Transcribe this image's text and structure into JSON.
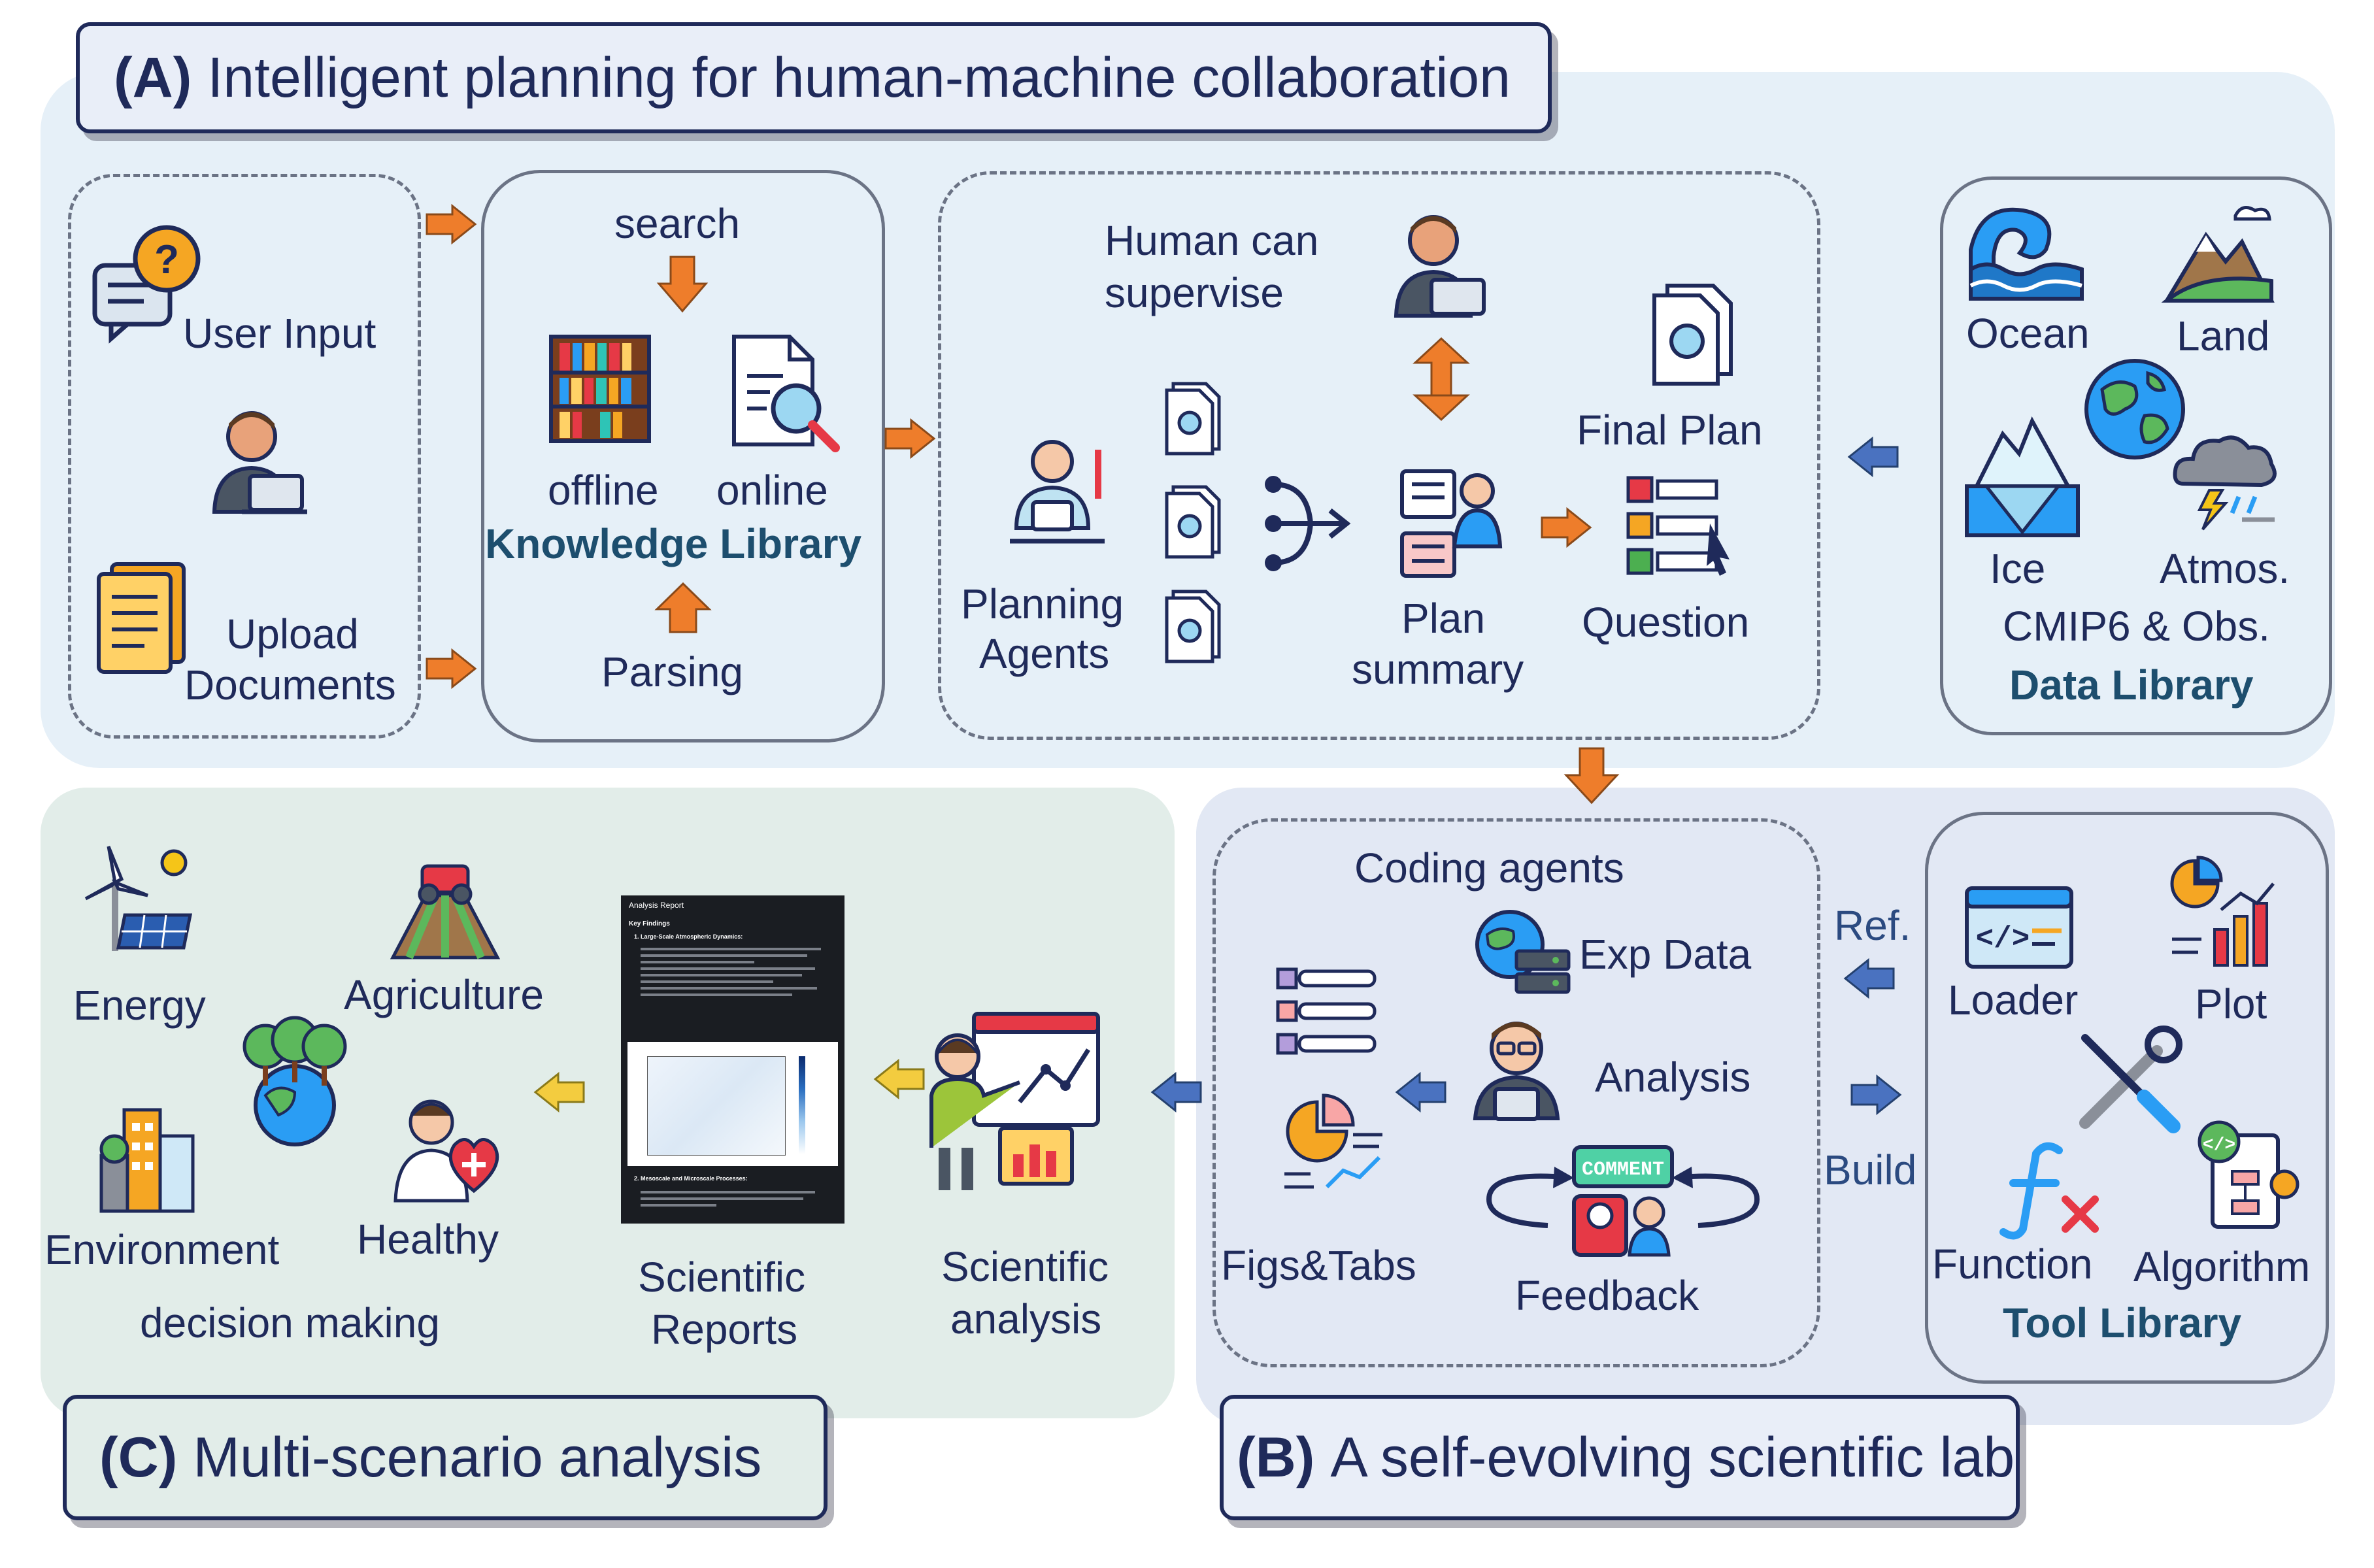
{
  "panel_a": {
    "tag": "(A)",
    "title": "Intelligent planning for human-machine collaboration",
    "user_input": "User Input",
    "upload": "Upload",
    "documents": "Documents",
    "search": "search",
    "offline": "offline",
    "online": "online",
    "knowledge_library": "Knowledge Library",
    "parsing": "Parsing",
    "human_can": "Human can",
    "supervise": "supervise",
    "planning": "Planning",
    "agents": "Agents",
    "plan": "Plan",
    "summary": "summary",
    "final_plan": "Final Plan",
    "question": "Question",
    "ocean": "Ocean",
    "land": "Land",
    "ice": "Ice",
    "atmos": "Atmos.",
    "cmip6": "CMIP6 & Obs.",
    "data_library": "Data Library"
  },
  "panel_b": {
    "tag": "(B)",
    "title": "A self-evolving scientific lab",
    "coding_agents": "Coding agents",
    "exp_data": "Exp Data",
    "analysis": "Analysis",
    "figs_tabs": "Figs&Tabs",
    "feedback": "Feedback",
    "comment": "COMMENT",
    "ref": "Ref.",
    "build": "Build",
    "loader": "Loader",
    "plot": "Plot",
    "function": "Function",
    "algorithm": "Algorithm",
    "tool_library": "Tool Library"
  },
  "panel_c": {
    "tag": "(C)",
    "title": "Multi-scenario analysis",
    "energy": "Energy",
    "agriculture": "Agriculture",
    "environment": "Environment",
    "healthy": "Healthy",
    "decision_making": "decision making",
    "scientific_reports_1": "Scientific",
    "scientific_reports_2": "Reports",
    "scientific_analysis_1": "Scientific",
    "scientific_analysis_2": "analysis"
  },
  "report": {
    "heading": "Analysis Report",
    "key_findings": "Key Findings",
    "item1": "1. Large-Scale Atmospheric Dynamics:",
    "item2": "2. Mesoscale and Microscale Processes:"
  },
  "colors": {
    "panel_a_bg": "#e6f0f8",
    "panel_b_bg": "#e2e8f4",
    "panel_c_bg": "#e2ede9",
    "orange_arrow": "#ee7d2b",
    "blue_arrow": "#4a72c0",
    "yellow_arrow": "#f3cc3f",
    "title_text": "#1f2a5a",
    "library_text": "#1d4e6e"
  }
}
